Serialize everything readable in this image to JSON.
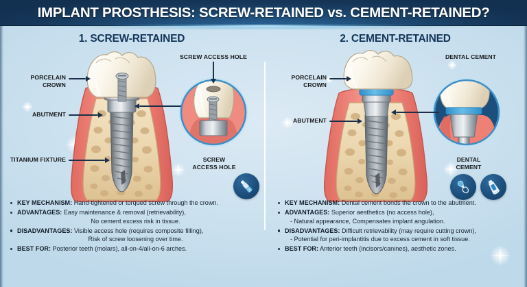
{
  "header": {
    "title": "IMPLANT PROSTHESIS: SCREW-RETAINED vs. CEMENT-RETAINED?"
  },
  "colors": {
    "header_navy": "#16375a",
    "body_blue": "#cfe3f0",
    "title_navy": "#123458",
    "accent_cyan": "#7fd2f0",
    "gum_pink": "#ef8378",
    "bone_tan": "#e9d4ab",
    "metal_gray": "#9aa3ab",
    "cement_blue": "#4ea8e0",
    "badge_navy": "#1d4f7c",
    "text_dark": "#13202e"
  },
  "panels": [
    {
      "id": "screw-retained",
      "title": "1. SCREW-RETAINED",
      "callouts": [
        {
          "name": "porcelain-crown",
          "text": "PORCELAIN\nCROWN"
        },
        {
          "name": "abutment",
          "text": "ABUTMENT"
        },
        {
          "name": "titanium-fixture",
          "text": "TITANIUM FIXTURE"
        },
        {
          "name": "screw-access-hole-top",
          "text": "SCREW ACCESS HOLE"
        },
        {
          "name": "screw-access-hole-bottom",
          "text": "SCREW\nACCESS HOLE"
        }
      ],
      "icons": [
        {
          "name": "screwdriver-icon"
        }
      ],
      "bullets": [
        {
          "label": "KEY MECHANISM:",
          "text": " Hand-tightened or torqued screw through the crown.",
          "sublines": []
        },
        {
          "label": "ADVANTAGES:",
          "text": " Easy maintenance & removal (retrievability),",
          "sublines": [
            {
              "style": "center",
              "text": "No cement excess risk in tissue."
            }
          ]
        },
        {
          "label": "DISADVANTAGES:",
          "text": " Visible access hole (requires composite filling),",
          "sublines": [
            {
              "style": "center",
              "text": "Risk of screw loosening over time."
            }
          ]
        },
        {
          "label": "BEST FOR:",
          "text": " Posterior teeth (molars), all-on-4/all-on-6 arches.",
          "sublines": []
        }
      ]
    },
    {
      "id": "cement-retained",
      "title": "2. CEMENT-RETAINED",
      "callouts": [
        {
          "name": "porcelain-crown",
          "text": "PORCELAIN\nCROWN"
        },
        {
          "name": "abutment",
          "text": "ABUTMENT"
        },
        {
          "name": "dental-cement-top",
          "text": "DENTAL CEMENT"
        },
        {
          "name": "dental-cement-bottom",
          "text": "DENTAL\nCEMENT"
        }
      ],
      "icons": [
        {
          "name": "cement-spatula-icon"
        },
        {
          "name": "cement-tube-icon"
        }
      ],
      "bullets": [
        {
          "label": "KEY MECHANISM:",
          "text": " Dental cement bonds the crown to the abutment.",
          "sublines": []
        },
        {
          "label": "ADVANTAGES:",
          "text": " Superior aesthetics (no access hole),",
          "sublines": [
            {
              "style": "dash",
              "text": "- Natural appearance, Compensates implant angulation."
            }
          ]
        },
        {
          "label": "DISADVANTAGES:",
          "text": " Difficult retrievability (may require cutting crown),",
          "sublines": [
            {
              "style": "dash",
              "text": "- Potential for peri-implantitis due to excess cement in soft tissue."
            }
          ]
        },
        {
          "label": "BEST FOR:",
          "text": " Anterior teeth (incisors/canines), aesthetic zones.",
          "sublines": []
        }
      ]
    }
  ]
}
